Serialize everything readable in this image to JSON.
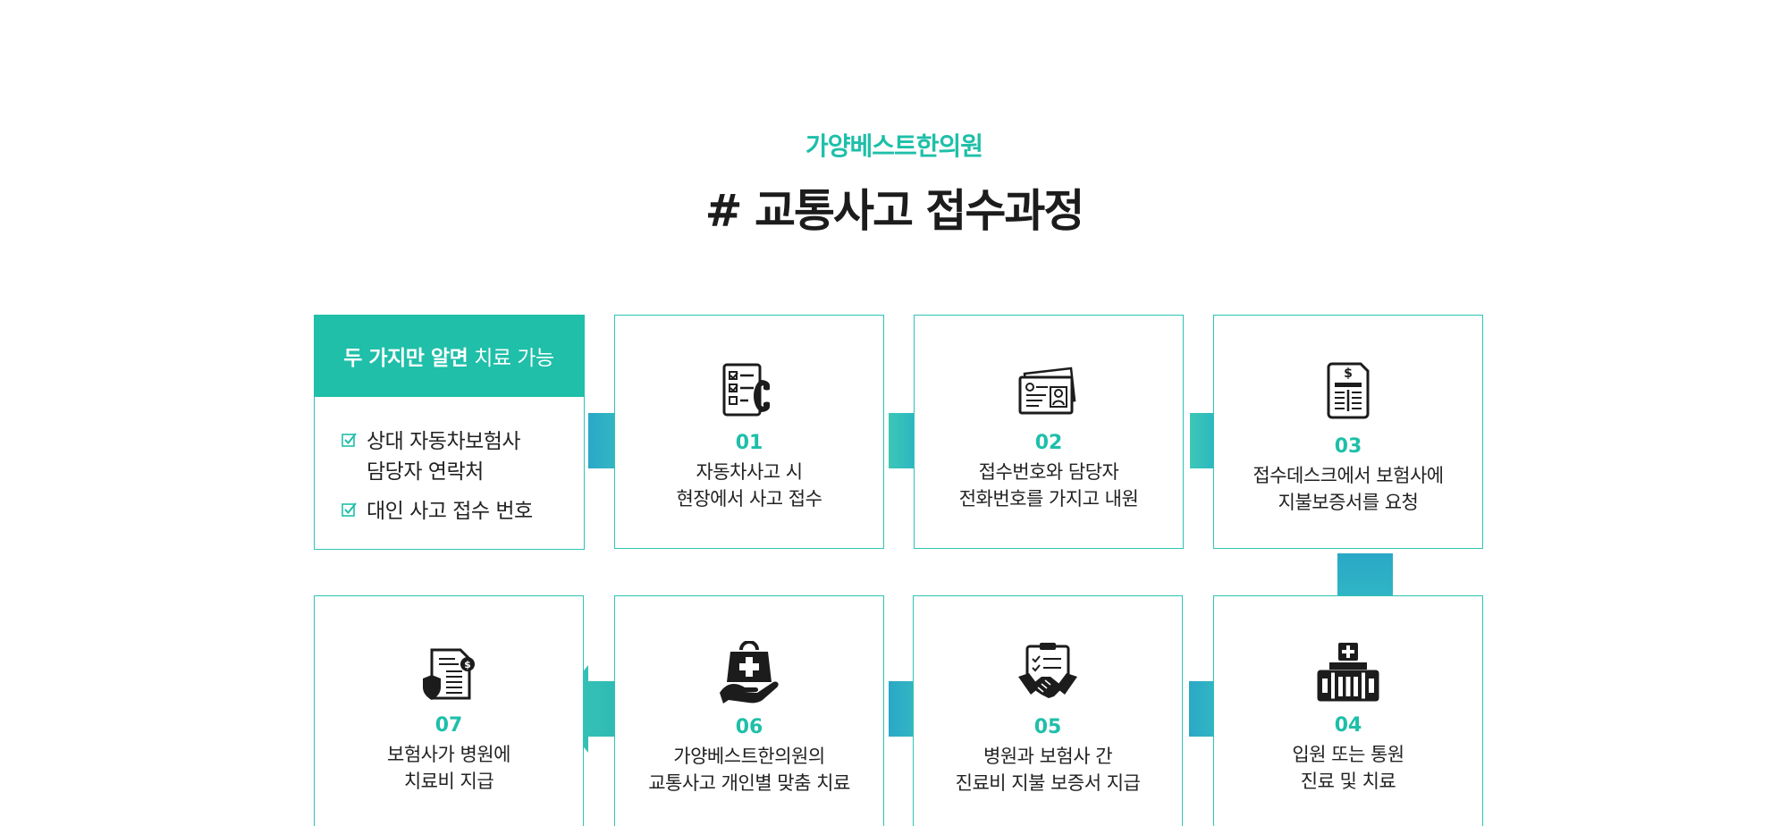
{
  "header": {
    "brand": "가양베스트한의원",
    "title": "# 교통사고 접수과정"
  },
  "info": {
    "head_bold": "두 가지만 알면",
    "head_rest": "치료 가능",
    "items": [
      {
        "line1": "상대 자동차보험사",
        "line2": "담당자 연락처"
      },
      {
        "line1": "대인 사고 접수 번호",
        "line2": ""
      }
    ]
  },
  "steps": [
    {
      "num": "01",
      "line1": "자동차사고 시",
      "line2": "현장에서 사고 접수",
      "icon": "checklist-phone-icon"
    },
    {
      "num": "02",
      "line1": "접수번호와 담당자",
      "line2": "전화번호를 가지고 내원",
      "icon": "id-cards-icon"
    },
    {
      "num": "03",
      "line1": "접수데스크에서 보험사에",
      "line2": "지불보증서를 요청",
      "icon": "invoice-dollar-icon"
    },
    {
      "num": "04",
      "line1": "입원 또는 통원",
      "line2": "진료 및 치료",
      "icon": "hospital-building-icon"
    },
    {
      "num": "05",
      "line1": "병원과 보험사 간",
      "line2": "진료비 지불 보증서 지급",
      "icon": "handshake-clipboard-icon"
    },
    {
      "num": "06",
      "line1": "가양베스트한의원의",
      "line2": "교통사고 개인별 맞춤 치료",
      "icon": "medical-bag-hand-icon"
    },
    {
      "num": "07",
      "line1": "보험사가 병원에",
      "line2": "치료비 지급",
      "icon": "insurance-document-icon"
    }
  ],
  "colors": {
    "accent": "#1fbfa9",
    "connector_start": "#3cc7b6",
    "connector_end": "#2aa8c7",
    "text": "#222222"
  }
}
